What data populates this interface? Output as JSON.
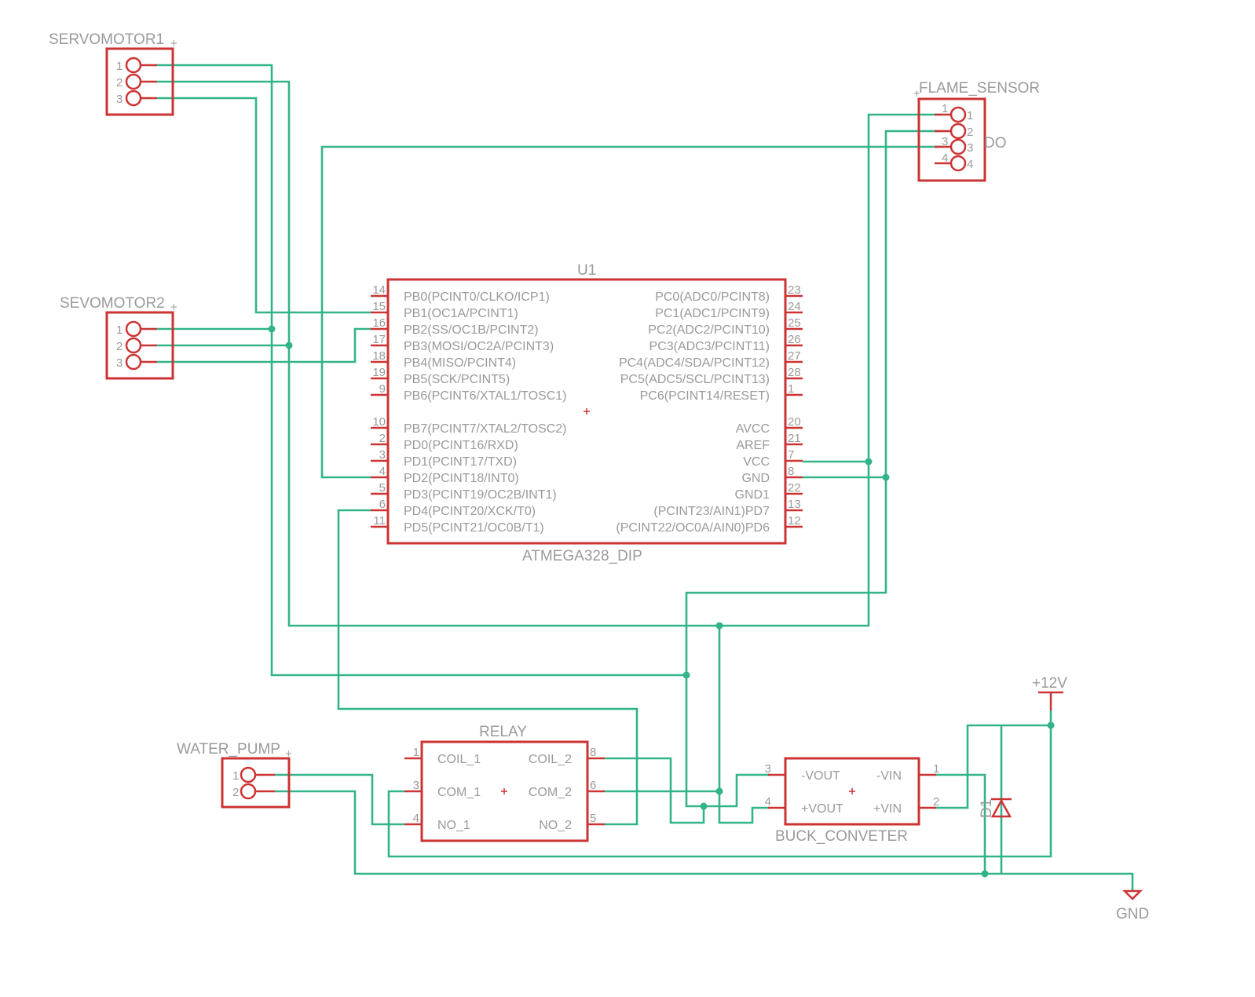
{
  "parts": {
    "servo1": {
      "name": "SERVOMOTOR1",
      "pins": [
        "1",
        "2",
        "3"
      ]
    },
    "servo2": {
      "name": "SEVOMOTOR2",
      "pins": [
        "1",
        "2",
        "3"
      ]
    },
    "flame": {
      "name": "FLAME_SENSOR",
      "pins": [
        "1",
        "2",
        "3",
        "4"
      ],
      "pin_names": [
        "1",
        "2",
        "3",
        "4"
      ],
      "extra_label": "DO"
    },
    "mcu": {
      "ref": "U1",
      "value": "ATMEGA328_DIP",
      "left_pins": [
        {
          "num": "14",
          "name": "PB0(PCINT0/CLKO/ICP1)"
        },
        {
          "num": "15",
          "name": "PB1(OC1A/PCINT1)"
        },
        {
          "num": "16",
          "name": "PB2(SS/OC1B/PCINT2)"
        },
        {
          "num": "17",
          "name": "PB3(MOSI/OC2A/PCINT3)"
        },
        {
          "num": "18",
          "name": "PB4(MISO/PCINT4)"
        },
        {
          "num": "19",
          "name": "PB5(SCK/PCINT5)"
        },
        {
          "num": "9",
          "name": "PB6(PCINT6/XTAL1/TOSC1)"
        },
        {
          "num": "10",
          "name": "PB7(PCINT7/XTAL2/TOSC2)"
        },
        {
          "num": "2",
          "name": "PD0(PCINT16/RXD)"
        },
        {
          "num": "3",
          "name": "PD1(PCINT17/TXD)"
        },
        {
          "num": "4",
          "name": "PD2(PCINT18/INT0)"
        },
        {
          "num": "5",
          "name": "PD3(PCINT19/OC2B/INT1)"
        },
        {
          "num": "6",
          "name": "PD4(PCINT20/XCK/T0)"
        },
        {
          "num": "11",
          "name": "PD5(PCINT21/OC0B/T1)"
        }
      ],
      "right_pins": [
        {
          "num": "23",
          "name": "PC0(ADC0/PCINT8)"
        },
        {
          "num": "24",
          "name": "PC1(ADC1/PCINT9)"
        },
        {
          "num": "25",
          "name": "PC2(ADC2/PCINT10)"
        },
        {
          "num": "26",
          "name": "PC3(ADC3/PCINT11)"
        },
        {
          "num": "27",
          "name": "PC4(ADC4/SDA/PCINT12)"
        },
        {
          "num": "28",
          "name": "PC5(ADC5/SCL/PCINT13)"
        },
        {
          "num": "1",
          "name": "PC6(PCINT14/RESET)"
        },
        {
          "num": "20",
          "name": "AVCC"
        },
        {
          "num": "21",
          "name": "AREF"
        },
        {
          "num": "7",
          "name": "VCC"
        },
        {
          "num": "8",
          "name": "GND"
        },
        {
          "num": "22",
          "name": "GND1"
        },
        {
          "num": "13",
          "name": "(PCINT23/AIN1)PD7"
        },
        {
          "num": "12",
          "name": "(PCINT22/OC0A/AIN0)PD6"
        }
      ]
    },
    "relay": {
      "name": "RELAY",
      "left_pins": [
        {
          "num": "1",
          "name": "COIL_1"
        },
        {
          "num": "3",
          "name": "COM_1"
        },
        {
          "num": "4",
          "name": "NO_1"
        }
      ],
      "right_pins": [
        {
          "num": "8",
          "name": "COIL_2"
        },
        {
          "num": "6",
          "name": "COM_2"
        },
        {
          "num": "5",
          "name": "NO_2"
        }
      ]
    },
    "pump": {
      "name": "WATER_PUMP",
      "pins": [
        "1",
        "2"
      ]
    },
    "buck": {
      "name": "BUCK_CONVETER",
      "left_pins": [
        {
          "num": "3",
          "name": "-VOUT"
        },
        {
          "num": "4",
          "name": "+VOUT"
        }
      ],
      "right_pins": [
        {
          "num": "1",
          "name": "-VIN"
        },
        {
          "num": "2",
          "name": "+VIN"
        }
      ]
    },
    "diode": {
      "name": "D1"
    },
    "supply": {
      "name": "+12V"
    },
    "ground": {
      "name": "GND"
    }
  }
}
